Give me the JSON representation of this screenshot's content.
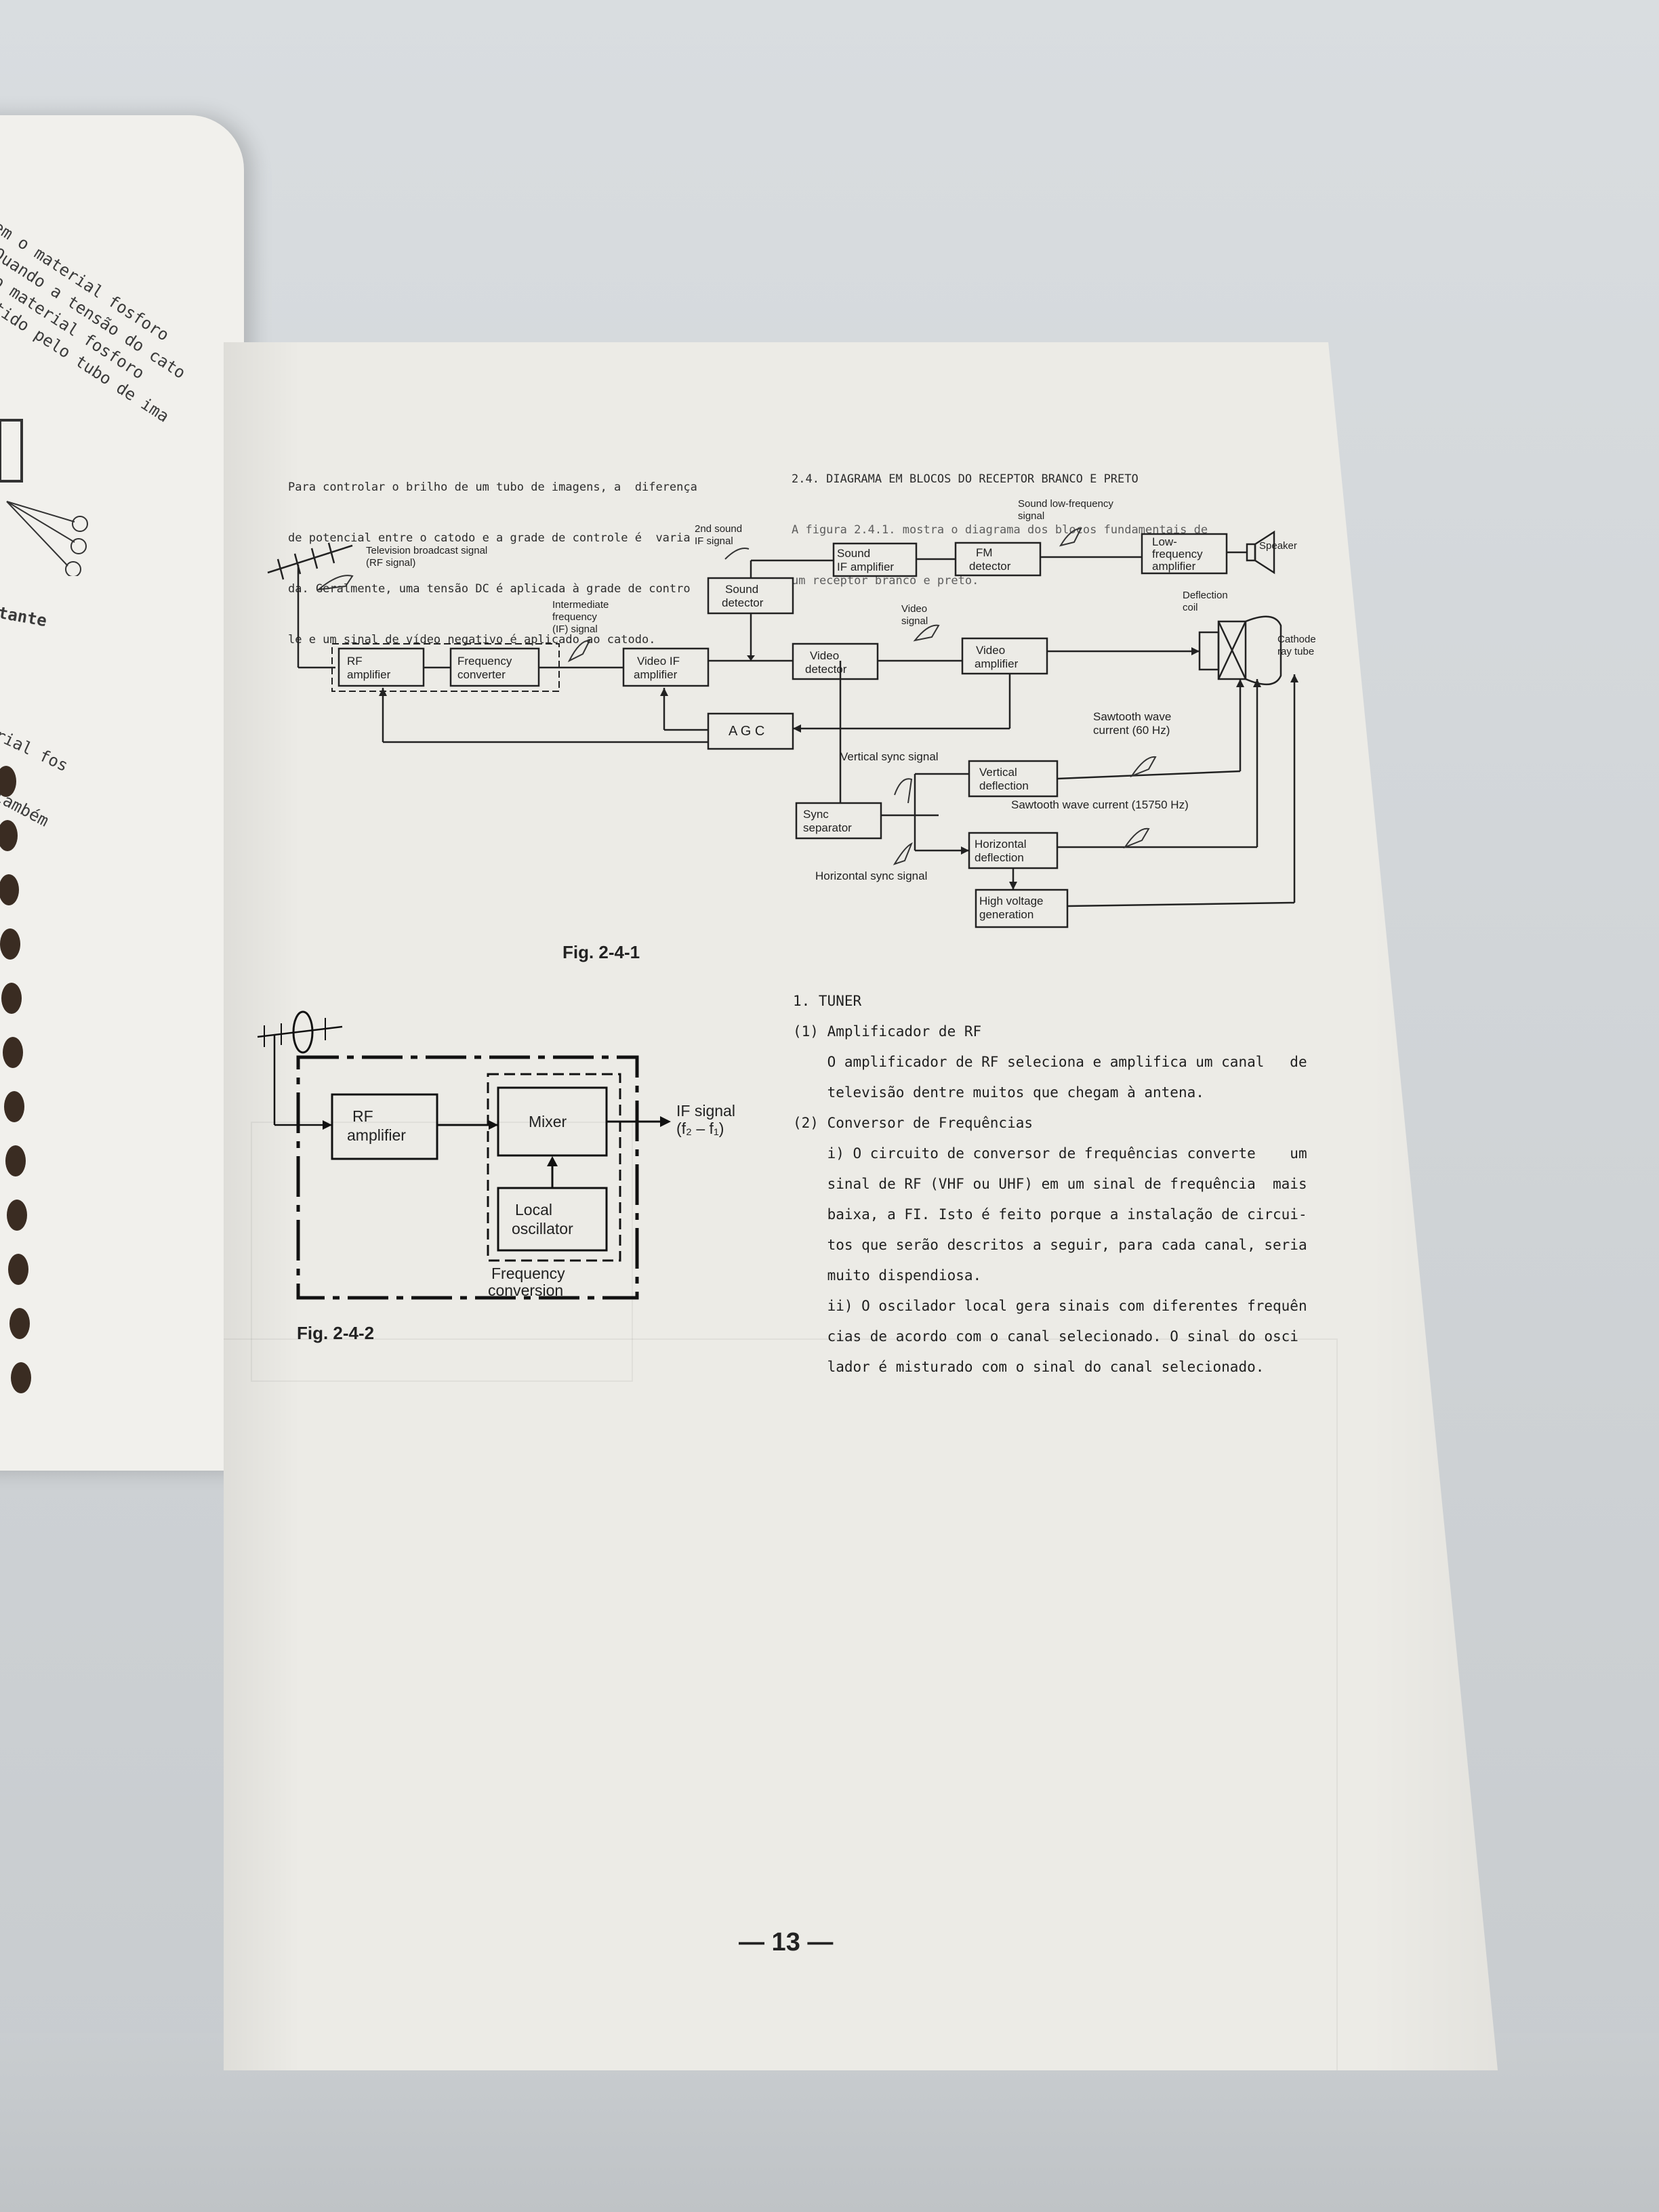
{
  "left_page": {
    "lines": [
      "em o material fosforo",
      "Quando a tensão do cato",
      "o material fosforo",
      "tido pelo tubo de ima",
      "tante",
      "rial fos",
      "também"
    ]
  },
  "intro": {
    "lines": [
      "Para controlar o brilho de um tubo de imagens, a  diferença",
      "de potencial entre o catodo e a grade de controle é  varia",
      "da. Geralmente, uma tensão DC é aplicada à grade de contro",
      "le e um sinal de vídeo negativo é aplicado ao catodo."
    ]
  },
  "section": {
    "heading": "2.4. DIAGRAMA EM BLOCOS DO RECEPTOR BRANCO E PRETO",
    "lines": [
      "A figura 2.4.1. mostra o diagrama dos blocos fundamentais de",
      "um receptor branco e preto."
    ]
  },
  "fig1": {
    "caption": "Fig. 2-4-1",
    "blocks": {
      "rf": [
        "RF",
        "amplifier"
      ],
      "freq": [
        "Frequency",
        "converter"
      ],
      "vif": [
        "Video IF",
        "amplifier"
      ],
      "vdet": [
        "Video",
        "detector"
      ],
      "vamp": [
        "Video",
        "amplifier"
      ],
      "sdet": [
        "Sound",
        "detector"
      ],
      "sif": [
        "Sound",
        "IF amplifier"
      ],
      "fm": [
        "FM",
        "detector"
      ],
      "lf": [
        "Low-",
        "frequency",
        "amplifier"
      ],
      "agc": "A G C",
      "sync": [
        "Sync",
        "separator"
      ],
      "vdef": [
        "Vertical",
        "deflection"
      ],
      "hdef": [
        "Horizontal",
        "deflection"
      ],
      "hv": [
        "High voltage",
        "generation"
      ]
    },
    "labels": {
      "tv": [
        "Television broadcast signal",
        "(RF signal)"
      ],
      "ifs": [
        "Intermediate",
        "frequency",
        "(IF) signal"
      ],
      "snd2": [
        "2nd sound",
        "IF signal"
      ],
      "slf": [
        "Sound low-frequency",
        "signal"
      ],
      "speaker": "Speaker",
      "vsig": [
        "Video",
        "signal"
      ],
      "dcoil": [
        "Deflection",
        "coil"
      ],
      "crt": [
        "Cathode",
        "ray tube"
      ],
      "vsync": "Vertical sync signal",
      "hsync": "Horizontal sync signal",
      "saw60": [
        "Sawtooth wave",
        "current (60 Hz)"
      ],
      "saw15750": "Sawtooth wave current (15750 Hz)"
    }
  },
  "fig2": {
    "caption": "Fig. 2-4-2",
    "rf": [
      "RF",
      "amplifier"
    ],
    "mixer": "Mixer",
    "osc": [
      "Local",
      "oscillator"
    ],
    "conv": [
      "Frequency",
      "conversion"
    ],
    "if_signal": "IF signal",
    "if_formula": "(f₂ – f₁)"
  },
  "tuner": {
    "lines": [
      "1. TUNER",
      "(1) Amplificador de RF",
      "    O amplificador de RF seleciona e amplifica um canal   de",
      "    televisão dentre muitos que chegam à antena.",
      "(2) Conversor de Frequências",
      "    i) O circuito de conversor de frequências converte    um",
      "    sinal de RF (VHF ou UHF) em um sinal de frequência  mais",
      "    baixa, a FI. Isto é feito porque a instalação de circui-",
      "    tos que serão descritos a seguir, para cada canal, seria",
      "    muito dispendiosa.",
      "    ii) O oscilador local gera sinais com diferentes frequên",
      "    cias de acordo com o canal selecionado. O sinal do osci",
      "    lador é misturado com o sinal do canal selecionado."
    ]
  },
  "page_number": "— 13 —"
}
